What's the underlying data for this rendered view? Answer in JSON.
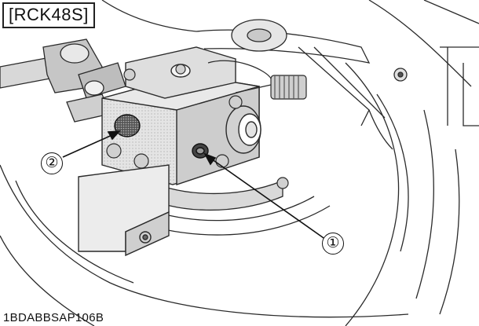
{
  "model_tag": "[RCK48S]",
  "figure_code": "1BDABBSAP106B",
  "callouts": [
    {
      "label": "①",
      "points_to": "drain-plug"
    },
    {
      "label": "②",
      "points_to": "breather-plug"
    }
  ],
  "colors": {
    "line": "#2a2a2a",
    "shade_light": "#d6d6d6",
    "shade_mid": "#bdbdbd",
    "shade_dark": "#8a8a8a",
    "background": "#ffffff"
  }
}
